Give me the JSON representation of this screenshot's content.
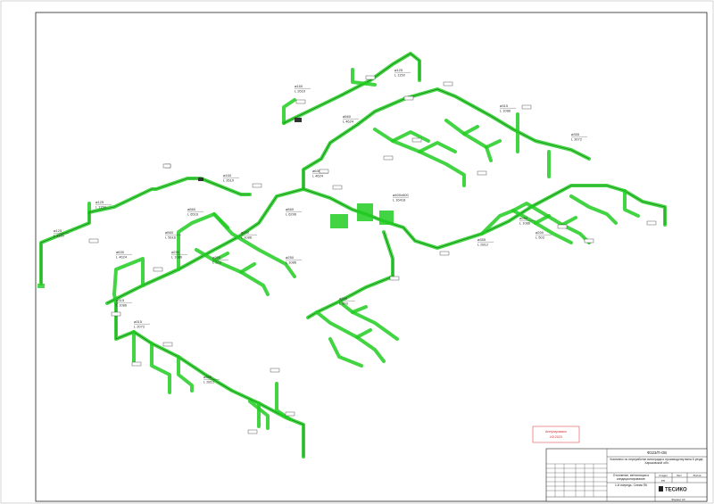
{
  "drawing": {
    "stamp": [
      "Аннулировано",
      "ИЗ.2023"
    ],
    "title_block": {
      "code": "ФЗ23/П-ОВ",
      "project": "Комплекс по переработке винограда и производству вина 6 уезде, Харьковской обл.",
      "section": "Отопление, вентиляция и кондиционирование",
      "sheet_name": "1-й очередь. Схема П6",
      "company": "ТЕСИКО",
      "stage_label": "Стадия",
      "sheet_label": "Лист",
      "sheets_label": "Листов",
      "stage": "РП",
      "format": "Формат A3"
    }
  },
  "labels": [
    {
      "t1": "⌀125",
      "t2": "L 1150"
    },
    {
      "t1": "⌀125",
      "t2": "L 1150"
    },
    {
      "t1": "⌀160",
      "t2": "L 2610"
    },
    {
      "t1": "⌀560",
      "t2": "L 6516"
    },
    {
      "t1": "⌀630",
      "t2": "L 4624"
    },
    {
      "t1": "⌀560",
      "t2": "L 5616"
    },
    {
      "t1": "⌀250",
      "t2": "L 1086"
    },
    {
      "t1": "⌀200",
      "t2": "L 503"
    },
    {
      "t1": "⌀315",
      "t2": "L 2072"
    },
    {
      "t1": "⌀560",
      "t2": "L 6296"
    },
    {
      "t1": "⌀400x600",
      "t2": "L 16418"
    },
    {
      "t1": "⌀355",
      "t2": "L 2812"
    },
    {
      "t1": "⌀250",
      "t2": "L 1086"
    },
    {
      "t1": "⌀200",
      "t2": "L 503"
    },
    {
      "t1": "⌀355",
      "t2": "L 3072"
    },
    {
      "t1": "⌀315",
      "t2": "L 1086"
    },
    {
      "t1": "⌀125",
      "t2": "L 1150"
    },
    {
      "t1": "⌀160",
      "t2": "L 2610"
    },
    {
      "t1": "⌀560",
      "t2": "L 4624"
    },
    {
      "t1": "⌀630",
      "t2": "L 4624"
    },
    {
      "t1": "⌀250",
      "t2": "L 1086"
    },
    {
      "t1": "⌀315",
      "t2": "L 1086"
    },
    {
      "t1": "⌀250",
      "t2": "L 1086"
    },
    {
      "t1": "⌀200",
      "t2": "L 503"
    },
    {
      "t1": "⌀355",
      "t2": "L 2812"
    }
  ]
}
